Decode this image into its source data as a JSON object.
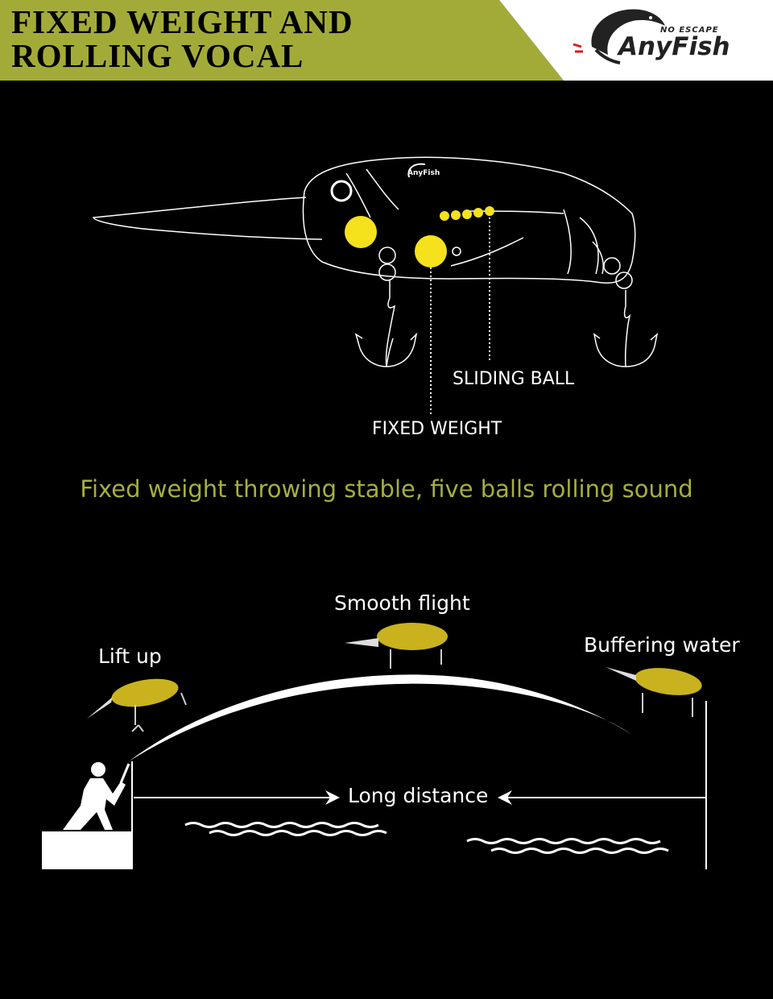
{
  "header": {
    "title_line1": "FIXED WEIGHT AND",
    "title_line2": "ROLLING VOCAL",
    "accent_color": "#a3ab38"
  },
  "brand": {
    "tagline": "NO ESCAPE",
    "name": "AnyFish",
    "logo_icon": "leaping-fish-logo"
  },
  "diagram": {
    "sliding_ball_label": "SLIDING BALL",
    "fixed_weight_label": "FIXED WEIGHT",
    "ball_color": "#f5e21c",
    "small_ball_count": 5
  },
  "tagline": "Fixed weight throwing stable, five balls rolling sound",
  "trajectory": {
    "lift_up_label": "Lift up",
    "smooth_flight_label": "Smooth flight",
    "buffering_water_label": "Buffering water",
    "distance_label": "Long distance",
    "lure_color": "#c9b21e"
  }
}
